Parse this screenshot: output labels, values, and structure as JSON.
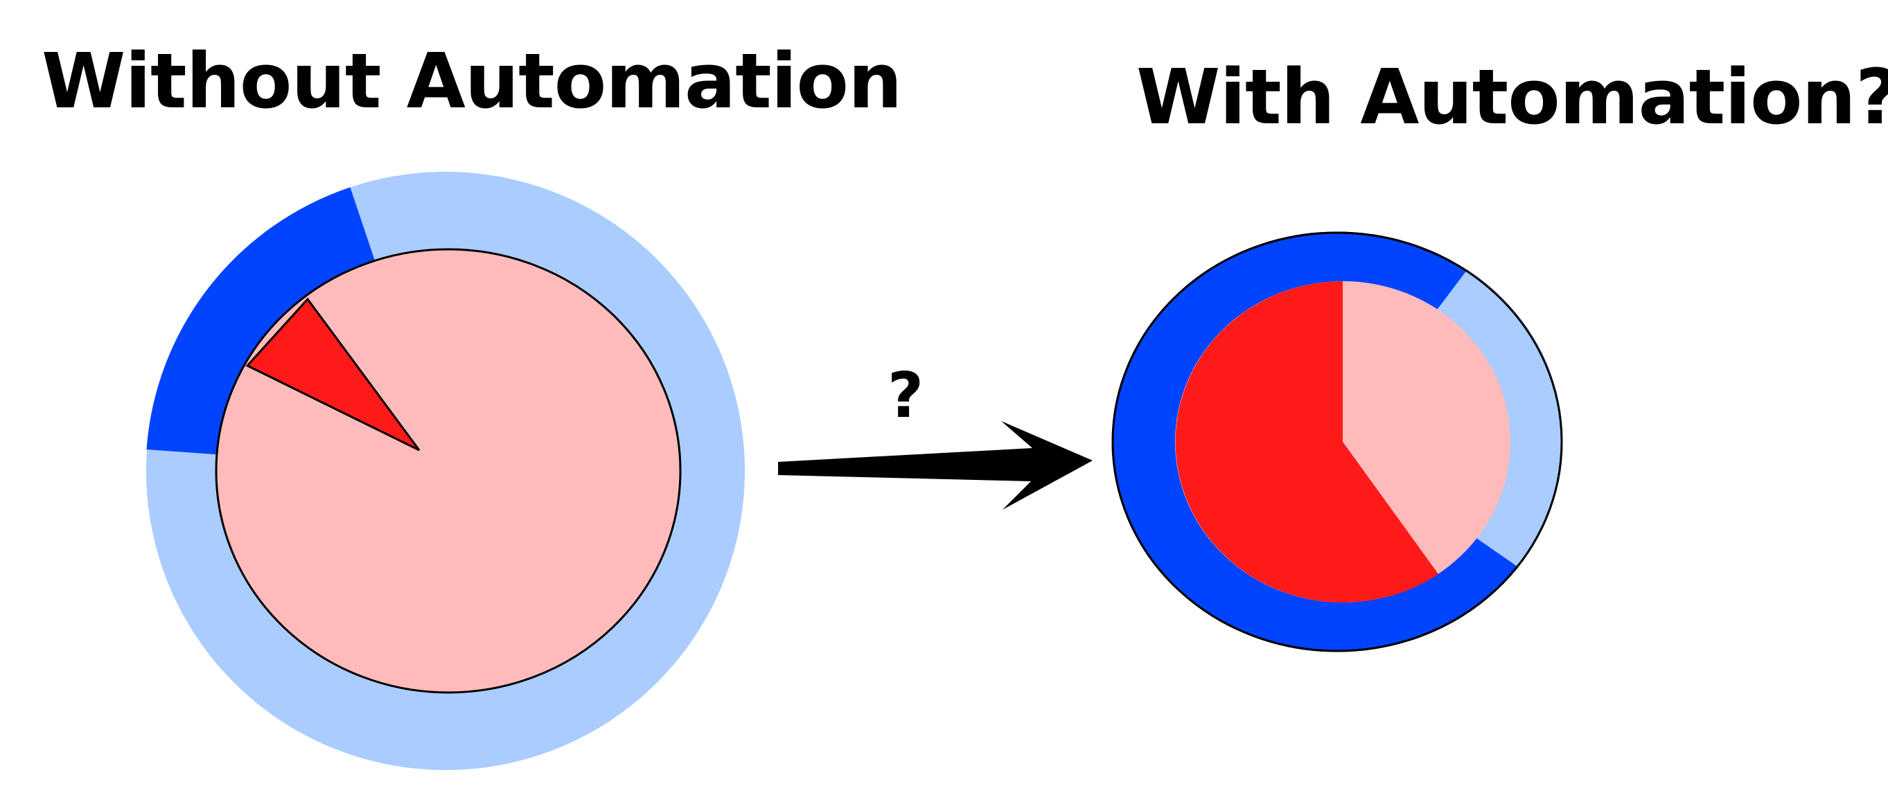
{
  "left_panel": {
    "title": "Without Automation",
    "outer_ring_fraction_dark": 0.17,
    "inner_pie_fraction_red": 0.06
  },
  "right_panel": {
    "title": "With Automation?"
  },
  "arrow": {
    "label": "?"
  },
  "colors": {
    "dark_blue": "#0044FF",
    "light_blue": "#AACCFF",
    "bright_red": "#FF1A1A",
    "light_pink": "#FFBBBB",
    "outline": "#000000"
  }
}
